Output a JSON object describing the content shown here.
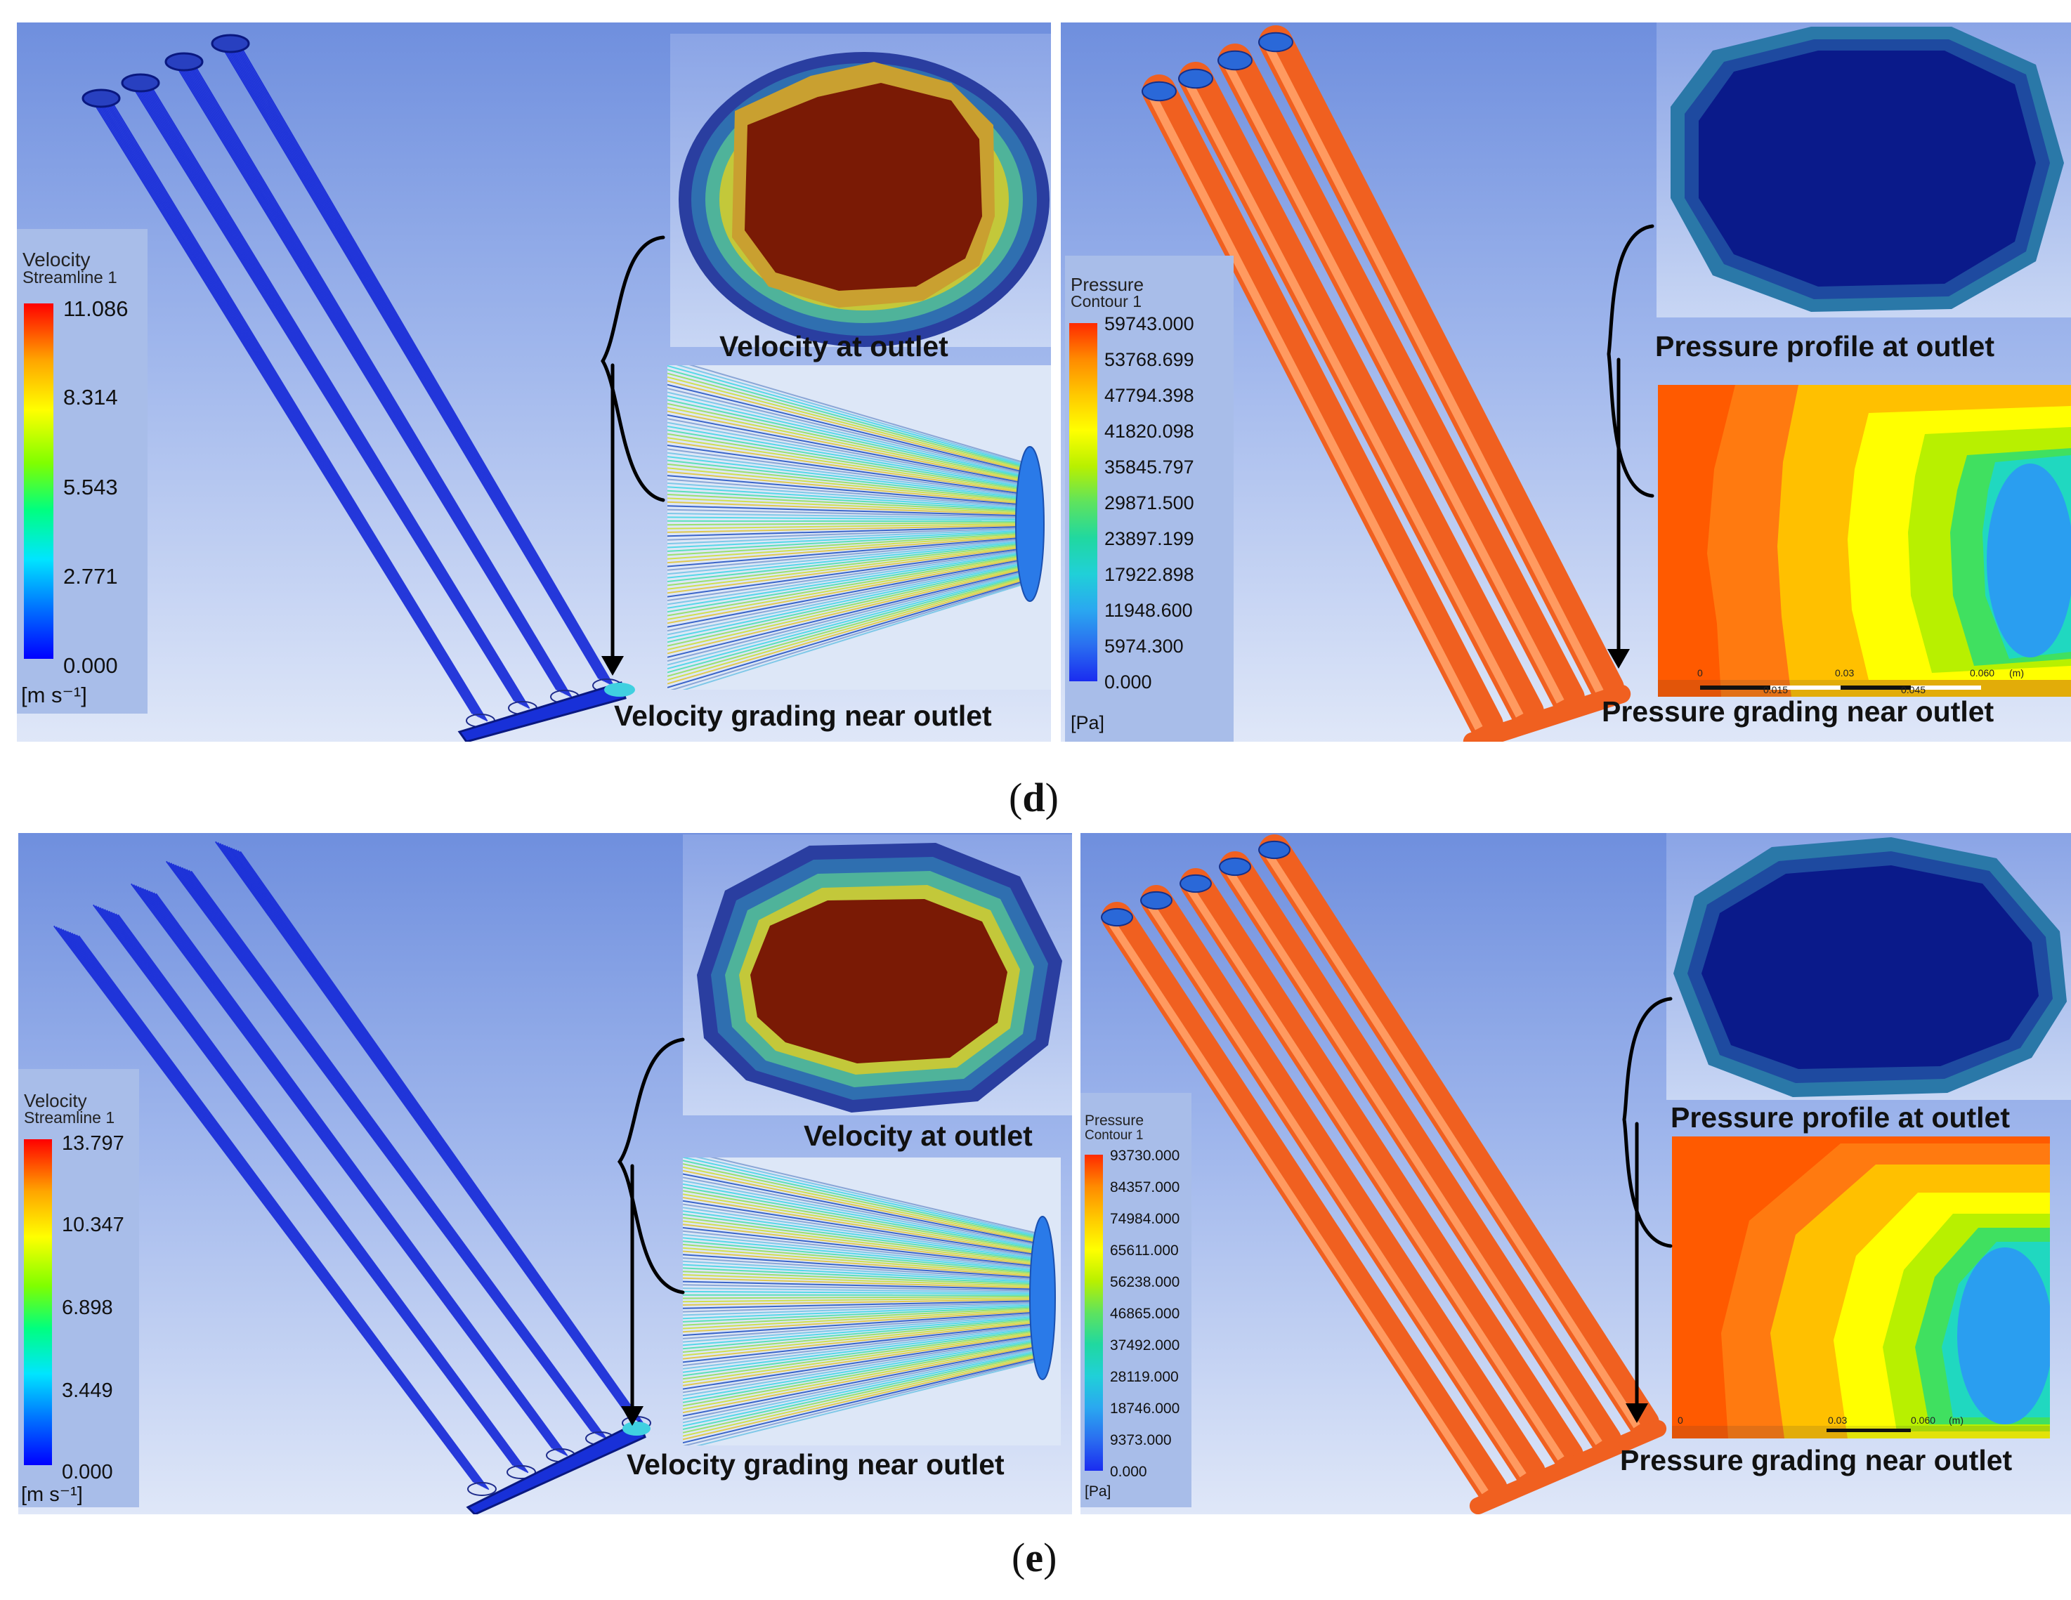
{
  "figure": {
    "d": {
      "label": "d",
      "velocity": {
        "legend_title": "Velocity",
        "legend_subtitle": "Streamline 1",
        "ticks": [
          "11.086",
          "8.314",
          "5.543",
          "2.771",
          "0.000"
        ],
        "unit": "[m s⁻¹]",
        "caption_outlet": "Velocity at outlet",
        "caption_grading": "Velocity grading near outlet",
        "pipe_count": 4
      },
      "pressure": {
        "legend_title": "Pressure",
        "legend_subtitle": "Contour 1",
        "ticks": [
          "59743.000",
          "53768.699",
          "47794.398",
          "41820.098",
          "35845.797",
          "29871.500",
          "23897.199",
          "17922.898",
          "11948.600",
          "5974.300",
          "0.000"
        ],
        "unit": "[Pa]",
        "caption_outlet": "Pressure profile at outlet",
        "caption_grading": "Pressure grading near outlet",
        "scale_labels": [
          "0",
          "0.03",
          "0.060",
          "(m)",
          "0.015",
          "0.045"
        ],
        "pipe_count": 4
      }
    },
    "e": {
      "label": "e",
      "velocity": {
        "legend_title": "Velocity",
        "legend_subtitle": "Streamline 1",
        "ticks": [
          "13.797",
          "10.347",
          "6.898",
          "3.449",
          "0.000"
        ],
        "unit": "[m s⁻¹]",
        "caption_outlet": "Velocity at outlet",
        "caption_grading": "Velocity grading near outlet",
        "pipe_count": 5
      },
      "pressure": {
        "legend_title": "Pressure",
        "legend_subtitle": "Contour 1",
        "ticks": [
          "93730.000",
          "84357.000",
          "74984.000",
          "65611.000",
          "56238.000",
          "46865.000",
          "37492.000",
          "28119.000",
          "18746.000",
          "9373.000",
          "0.000"
        ],
        "unit": "[Pa]",
        "caption_outlet": "Pressure profile at outlet",
        "caption_grading": "Pressure grading near outlet",
        "scale_labels": [
          "0",
          "0.03",
          "0.060",
          "(m)"
        ],
        "pipe_count": 5
      }
    }
  },
  "colors": {
    "velocity_scale": [
      "#ff0000",
      "#ffa500",
      "#ffff00",
      "#7fff00",
      "#00ff7f",
      "#00e5ff",
      "#0070ff",
      "#0000ff"
    ],
    "pressure_scale": [
      "#ff2a00",
      "#ff8a00",
      "#ffc800",
      "#ffff00",
      "#b8f000",
      "#5ee35e",
      "#20d8a0",
      "#20d0d8",
      "#2aa8f0",
      "#2a6ef0",
      "#1a2cf0"
    ],
    "streamline_blue": "#1428d8",
    "pipe_orange": "#f06020",
    "outlet_core": "#7a1a05",
    "outlet_dark_blue": "#0a1a8a"
  }
}
